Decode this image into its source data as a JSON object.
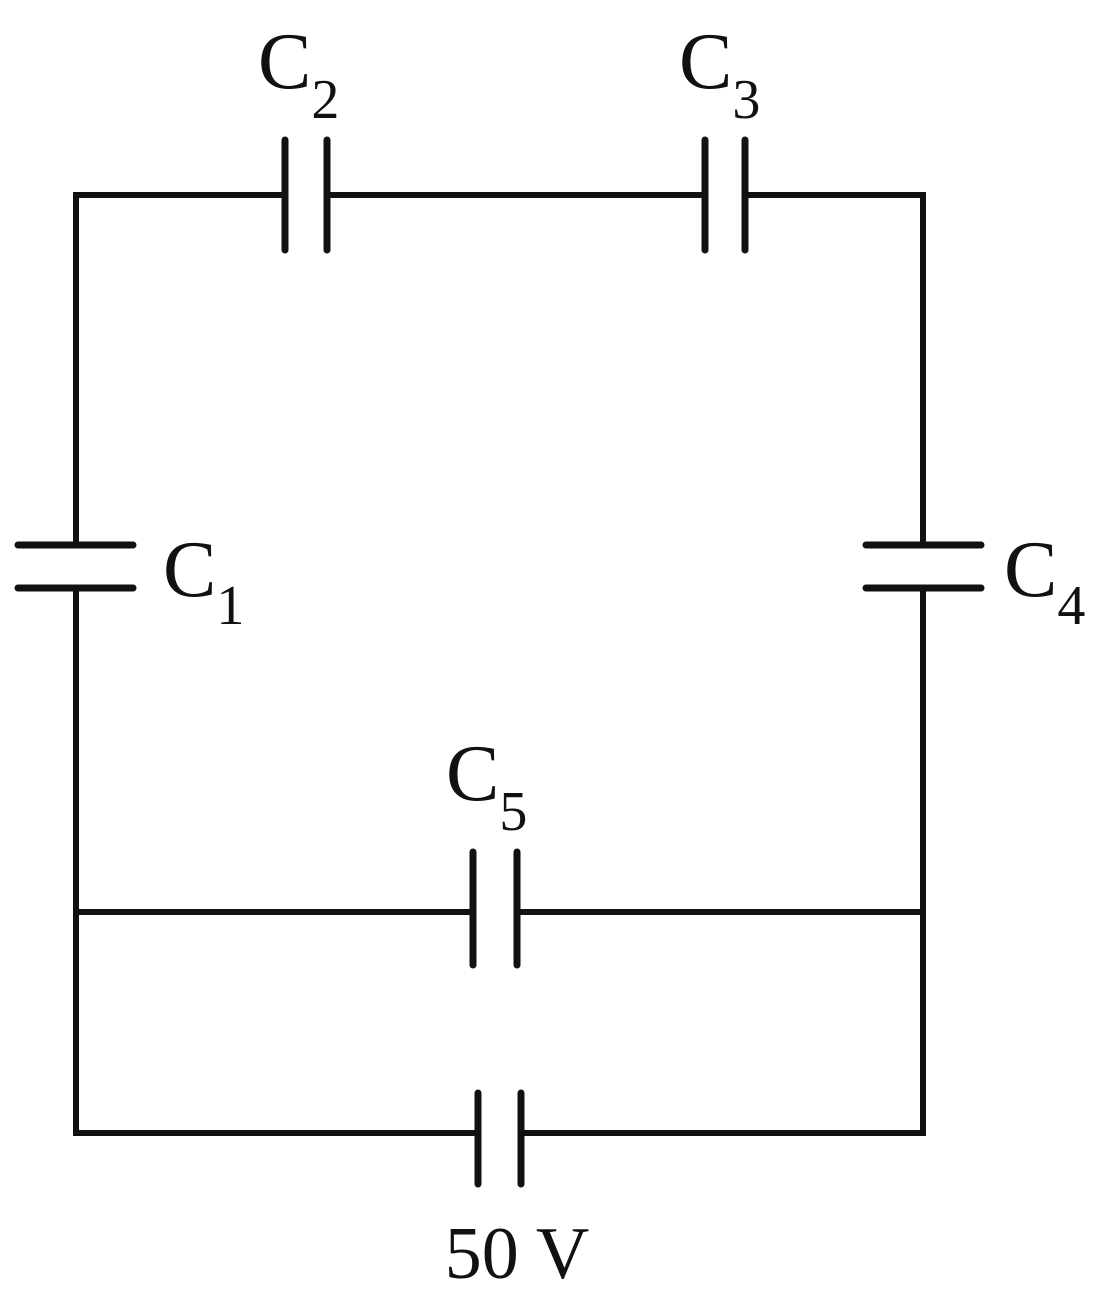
{
  "diagram": {
    "type": "circuit",
    "stroke_color": "#111111",
    "background": "#ffffff",
    "components": [
      {
        "id": "C2",
        "kind": "capacitor",
        "letter": "C",
        "subscript": "2"
      },
      {
        "id": "C3",
        "kind": "capacitor",
        "letter": "C",
        "subscript": "3"
      },
      {
        "id": "C1",
        "kind": "capacitor",
        "letter": "C",
        "subscript": "1"
      },
      {
        "id": "C4",
        "kind": "capacitor",
        "letter": "C",
        "subscript": "4"
      },
      {
        "id": "C5",
        "kind": "capacitor",
        "letter": "C",
        "subscript": "5"
      },
      {
        "id": "source",
        "kind": "dc-source",
        "label": "50 V"
      }
    ]
  }
}
